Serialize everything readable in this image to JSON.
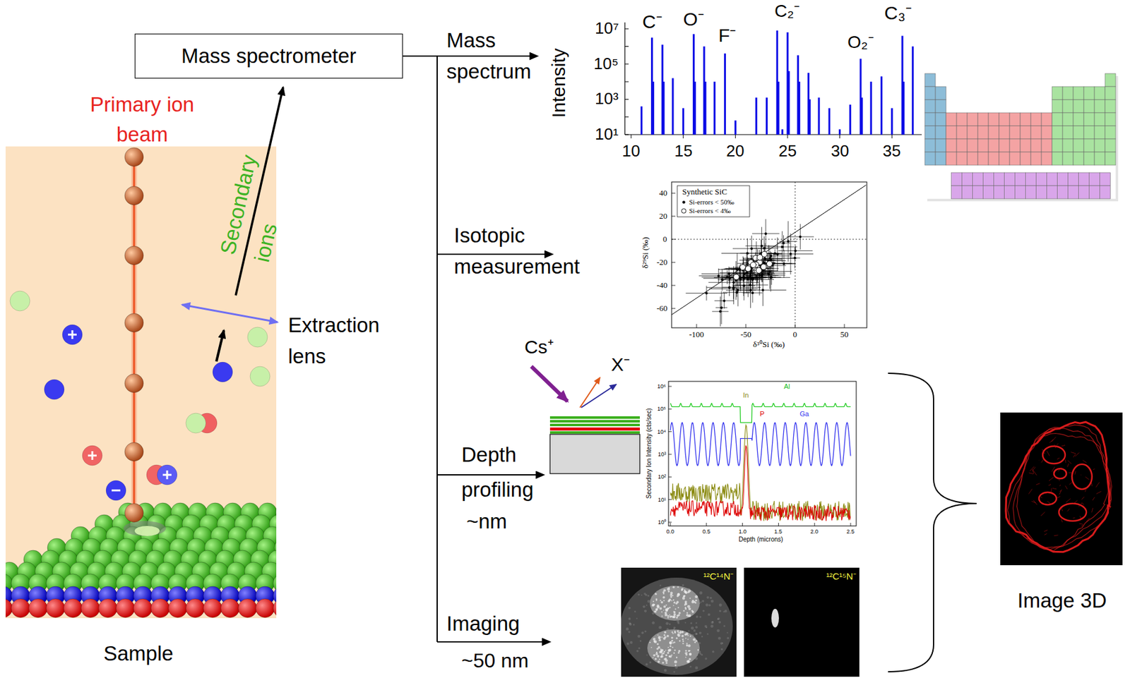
{
  "diagram": {
    "nodes": [
      {
        "text": [
          "Mass spectrometer"
        ]
      }
    ],
    "labels": [
      "Primary ion beam",
      "Secondary ions",
      "Extraction lens",
      "Sample",
      "Mass spectrum",
      "Intensity",
      "10⁷",
      "10⁵",
      "10³",
      "10¹",
      "10",
      "15",
      "20",
      "25",
      "30",
      "35",
      "C⁻",
      "O⁻",
      "F⁻",
      "C₂⁻",
      "O₂⁻",
      "C₃⁻",
      "Isotopic measurement",
      "Synthetic SiC",
      "δ²⁹Si (‰)",
      "δ³⁰Si (‰)",
      "40",
      "20",
      "0",
      "-20",
      "-40",
      "-60",
      "-100",
      "-50",
      "0",
      "50",
      "Depth profiling",
      "~nm",
      "Cs⁺",
      "X⁻",
      "Secondary Ion Intensity (cts/sec)",
      "Depth (microns)",
      "In",
      "Al",
      "Ga",
      "P",
      "0.0",
      "0.5",
      "1.0",
      "1.5",
      "2.0",
      "2.5",
      "10⁶",
      "10⁵",
      "10⁴",
      "10³",
      "10²",
      "10¹",
      "10⁰",
      "Imaging",
      "~50 nm",
      "¹²C¹⁴N⁻",
      "¹²C¹⁵N⁻",
      "Image 3D"
    ],
    "legend": [
      {
        "text": "Si-errors < 50‰"
      },
      {
        "text": "Si-errors < 4‰"
      }
    ]
  }
}
